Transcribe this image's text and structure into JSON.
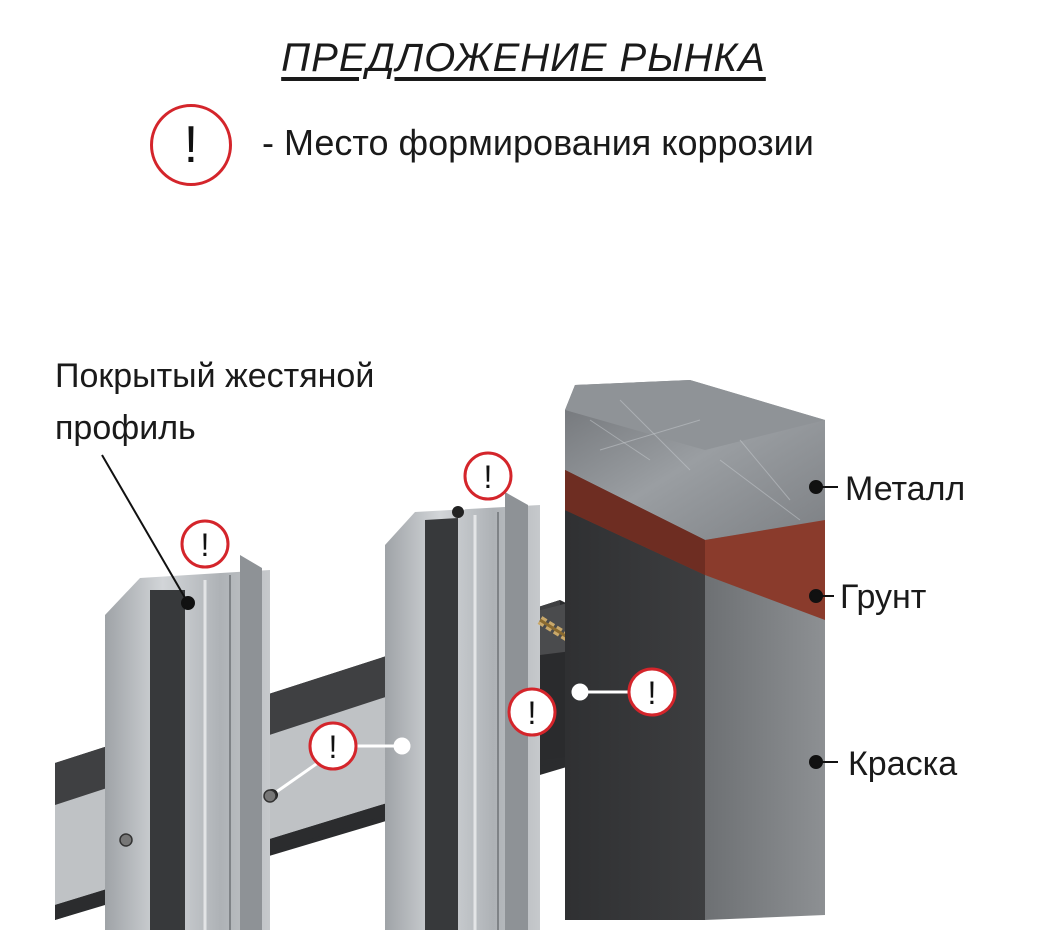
{
  "title": "ПРЕДЛОЖЕНИЕ  РЫНКА",
  "legend": {
    "icon": "exclamation-icon",
    "text": "- Место формирования коррозии"
  },
  "labels": {
    "profile_line1": "Покрытый жестяной",
    "profile_line2": "профиль",
    "metal": "Металл",
    "primer": "Грунт",
    "paint": "Краска"
  },
  "marker_glyph": "!",
  "colors": {
    "marker_ring": "#d4252b",
    "primer_band": "#8a3b2c",
    "paint": "#3a3a3a",
    "metal": "#8a8d90",
    "profile": "#b9bcbf"
  }
}
